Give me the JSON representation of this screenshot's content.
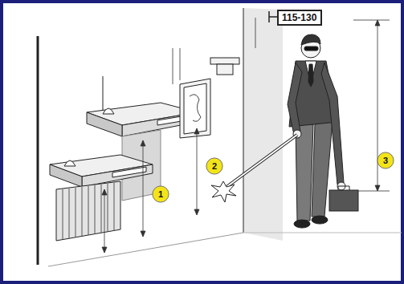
{
  "diagram": {
    "nodes": [
      {
        "text": [
          "115-130"
        ]
      },
      {
        "text": [
          "3"
        ]
      },
      {
        "text": [
          "2"
        ]
      },
      {
        "text": [
          "1"
        ]
      }
    ]
  }
}
